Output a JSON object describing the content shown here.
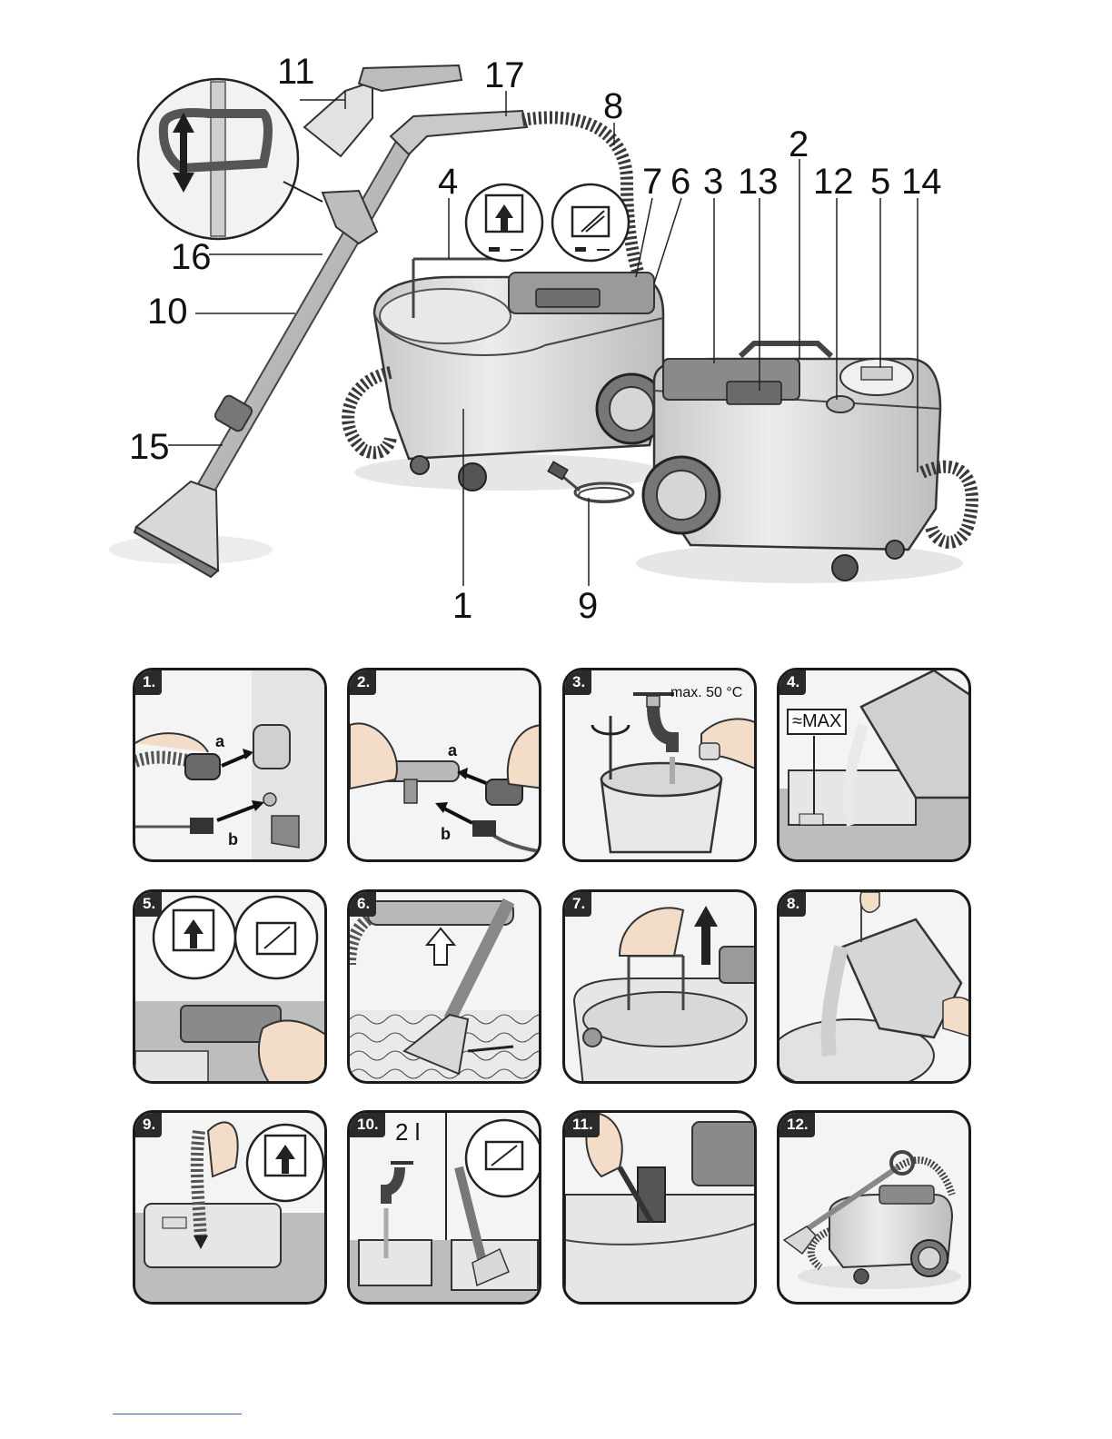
{
  "overview": {
    "callouts": {
      "c1": "1",
      "c2": "2",
      "c3": "3",
      "c4": "4",
      "c5": "5",
      "c6": "6",
      "c7": "7",
      "c8": "8",
      "c9": "9",
      "c10": "10",
      "c11": "11",
      "c12": "12",
      "c13": "13",
      "c14": "14",
      "c15": "15",
      "c16": "16",
      "c17": "17"
    }
  },
  "steps": [
    {
      "number": "1.",
      "labels": {
        "a": "a",
        "b": "b"
      }
    },
    {
      "number": "2.",
      "labels": {
        "a": "a",
        "b": "b"
      }
    },
    {
      "number": "3.",
      "text": "max. 50 °C"
    },
    {
      "number": "4.",
      "text": "≈MAX"
    },
    {
      "number": "5."
    },
    {
      "number": "6."
    },
    {
      "number": "7."
    },
    {
      "number": "8."
    },
    {
      "number": "9."
    },
    {
      "number": "10.",
      "text": "2 l"
    },
    {
      "number": "11."
    },
    {
      "number": "12."
    }
  ]
}
